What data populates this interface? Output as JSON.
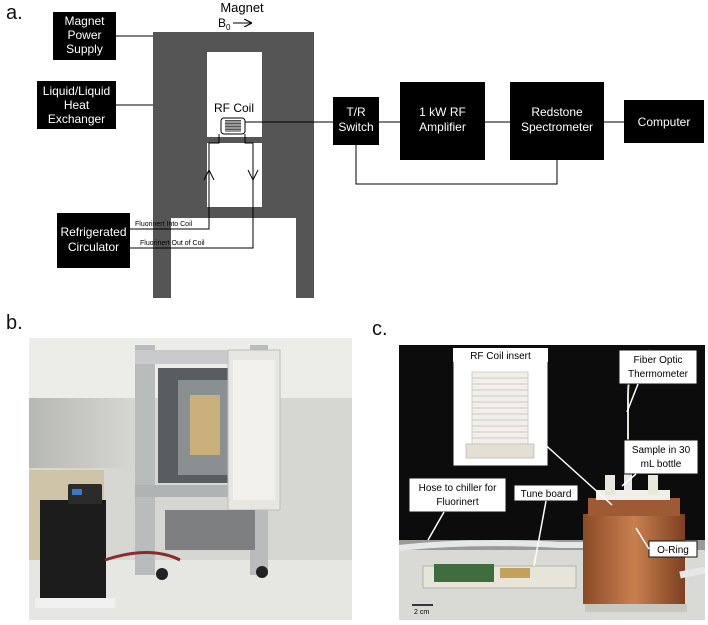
{
  "panels": {
    "a": "a.",
    "b": "b.",
    "c": "c."
  },
  "diagram": {
    "magnet_label": "Magnet",
    "b0_label": "B",
    "b0_sub": "0",
    "magnet_power_supply": [
      "Magnet",
      "Power",
      "Supply"
    ],
    "heat_exchanger": [
      "Liquid/Liquid",
      "Heat",
      "Exchanger"
    ],
    "refrigerated_circulator": [
      "Refrigerated",
      "Circulator"
    ],
    "rf_coil": "RF Coil",
    "tr_switch": [
      "T/R",
      "Switch"
    ],
    "amplifier": [
      "1 kW RF",
      "Amplifier"
    ],
    "spectrometer": [
      "Redstone",
      "Spectrometer"
    ],
    "computer": "Computer",
    "fluorinert_in": "Fluorinert Into Coil",
    "fluorinert_out": "Fluorinert Out of Coil"
  },
  "photo_c_callouts": {
    "rf_coil_insert": "RF Coil insert",
    "fiber_optic": [
      "Fiber Optic",
      "Thermometer"
    ],
    "sample": [
      "Sample in 30",
      "mL bottle"
    ],
    "hose": [
      "Hose to chiller for",
      "Fluorinert"
    ],
    "tune_board": "Tune board",
    "o_ring": "O-Ring",
    "scale_bar": "2 cm"
  },
  "colors": {
    "block": "#000000",
    "magnet": "#555555",
    "photo_c_bg": "#0c0c0c",
    "copper": "#b5653a"
  }
}
